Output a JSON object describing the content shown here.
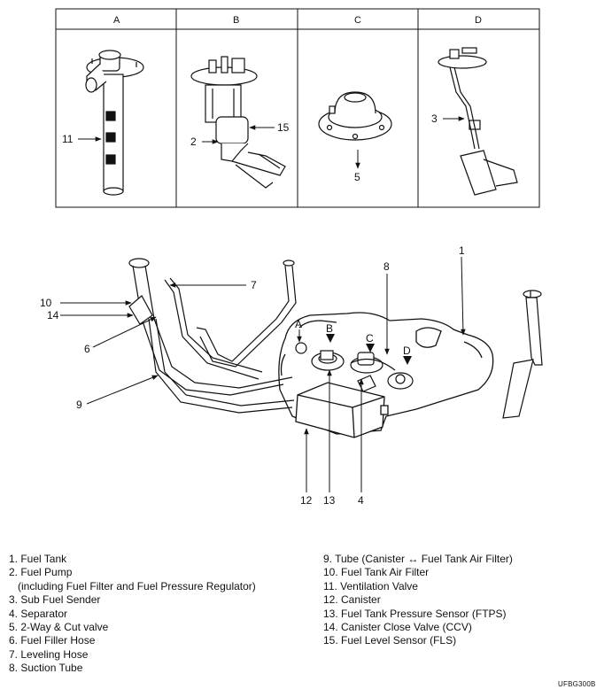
{
  "panels": [
    {
      "id": "A",
      "label": "A",
      "callouts": [
        "11"
      ]
    },
    {
      "id": "B",
      "label": "B",
      "callouts": [
        "2",
        "15"
      ]
    },
    {
      "id": "C",
      "label": "C",
      "callouts": [
        "5"
      ]
    },
    {
      "id": "D",
      "label": "D",
      "callouts": [
        "3"
      ]
    }
  ],
  "main_callouts": {
    "c1": "1",
    "c4": "4",
    "c6": "6",
    "c7": "7",
    "c8": "8",
    "c9": "9",
    "c10": "10",
    "c12": "12",
    "c13": "13",
    "c14": "14",
    "cA": "A",
    "cB": "B",
    "cC": "C",
    "cD": "D"
  },
  "legend_left": [
    "1. Fuel Tank",
    "2. Fuel Pump",
    "(including Fuel Filter and Fuel Pressure Regulator)",
    "3. Sub Fuel Sender",
    "4. Separator",
    "5. 2-Way & Cut valve",
    "6. Fuel Filler Hose",
    "7. Leveling Hose",
    "8. Suction Tube"
  ],
  "legend_right": [
    "9. Tube (Canister ↔ Fuel Tank Air Filter)",
    "10. Fuel Tank Air Filter",
    "11. Ventilation Valve",
    "12. Canister",
    "13. Fuel Tank Pressure Sensor (FTPS)",
    "14. Canister Close Valve (CCV)",
    "15. Fuel Level Sensor (FLS)"
  ],
  "figure_code": "UFBG300B"
}
